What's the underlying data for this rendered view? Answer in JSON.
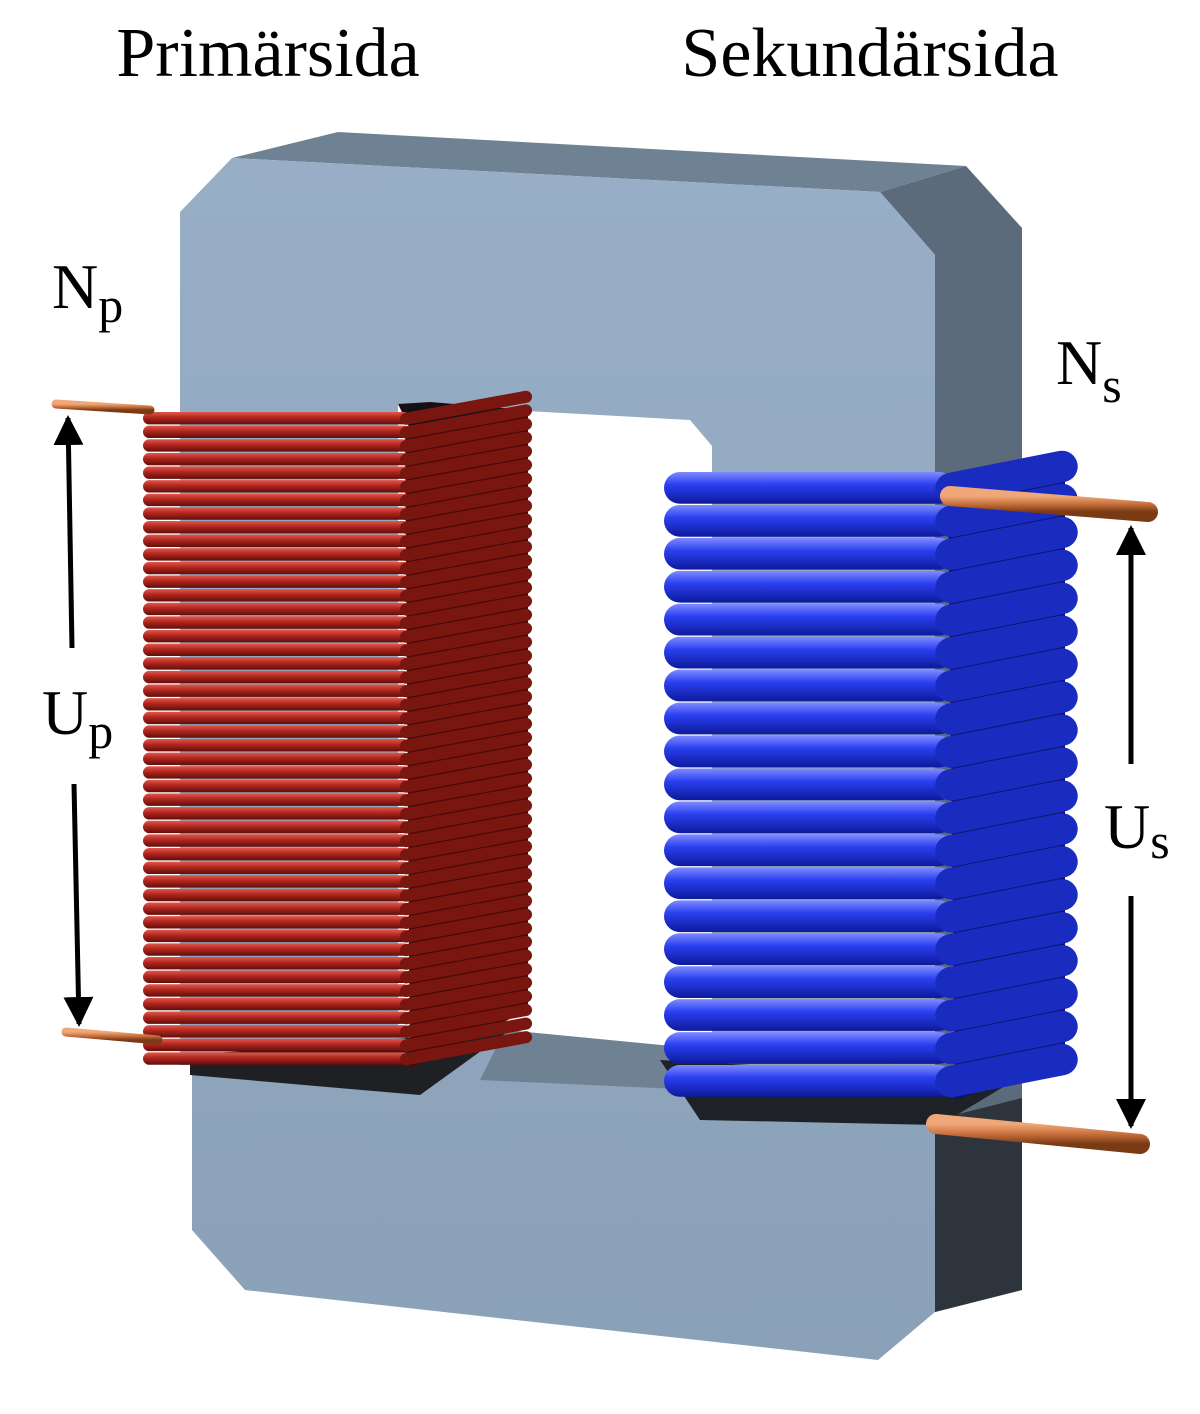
{
  "labels": {
    "primary_side": "Primärsida",
    "secondary_side": "Sekundärsida"
  },
  "symbols": {
    "np_main": "N",
    "np_sub": "p",
    "ns_main": "N",
    "ns_sub": "s",
    "up_main": "U",
    "up_sub": "p",
    "us_main": "U",
    "us_sub": "s"
  },
  "colors": {
    "core_front": "#91a9c1",
    "core_side": "#5b6b7b",
    "core_top": "#6f8294",
    "primary_coil": "#b0261e",
    "secondary_coil": "#2a3ff0",
    "lead_wire": "#c8703c",
    "arrow": "#000000"
  },
  "coils": {
    "primary_turns_shown": 48,
    "secondary_turns_shown": 19
  }
}
